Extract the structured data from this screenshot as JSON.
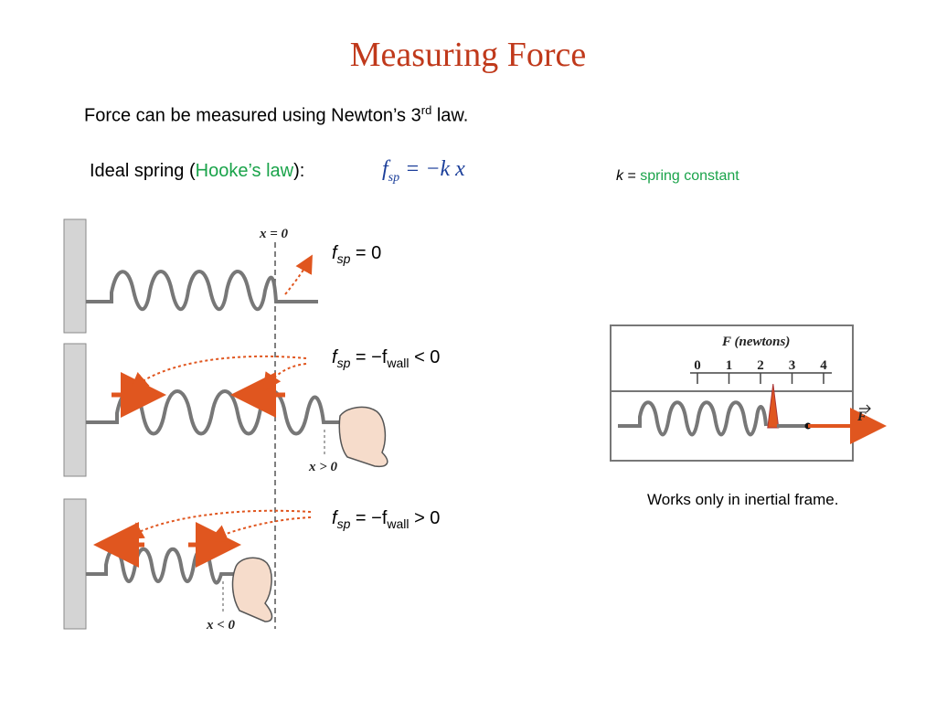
{
  "slide": {
    "title": "Measuring Force",
    "line1_text": "Force can be measured using Newton’s 3",
    "line1_sup": "rd",
    "line1_end": " law.",
    "line2_prefix": "Ideal spring  (",
    "line2_link": "Hooke’s law",
    "line2_suffix": "):",
    "equation": {
      "f": "f",
      "sub": "sp",
      "rhs": " = −k x"
    },
    "kdef": {
      "k": "k",
      "eq": " = ",
      "desc": "spring constant"
    },
    "labels": [
      {
        "f": "f",
        "sub": "sp",
        "rest": " = 0",
        "wall": "",
        "tail": ""
      },
      {
        "f": "f",
        "sub": "sp",
        "rest": " = −f",
        "wall": "wall",
        "tail": " < 0"
      },
      {
        "f": "f",
        "sub": "sp",
        "rest": " = −f",
        "wall": "wall",
        "tail": " > 0"
      }
    ],
    "diagram_labels": {
      "x0": "x = 0",
      "xpos": "x > 0",
      "xneg": "x < 0"
    },
    "scale": {
      "heading": "F (newtons)",
      "ticks": [
        "0",
        "1",
        "2",
        "3",
        "4"
      ],
      "force_label": "F",
      "reading": 2.4
    },
    "note": "Works only in inertial frame.",
    "colors": {
      "title": "#c0391b",
      "green": "#1aa34a",
      "equation": "#1c3f9a",
      "arrow": "#e0561f"
    }
  }
}
